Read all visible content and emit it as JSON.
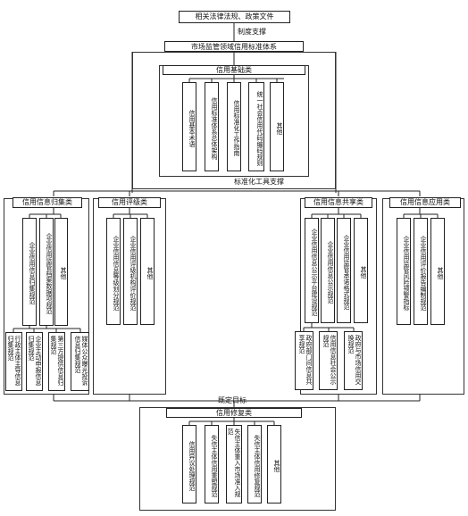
{
  "top": {
    "source": "相关法律法规、政策文件",
    "support": "制度支撑",
    "system": "市场监管领域信用标准体系",
    "tool_support": "标准化工具支撑",
    "target": "既定目标"
  },
  "basic": {
    "title": "信用基础类",
    "items": [
      "信用基本术语",
      "信用标准体系总体架构",
      "信用标准化工作指南",
      "统一社会信用代码编码规则",
      "其他"
    ]
  },
  "collect": {
    "title": "信用信息归集类",
    "items": [
      "企业信用信息归集规范",
      "企业信用监管档案数据项规范",
      "其他"
    ],
    "sub": [
      "行政主体主导信息归集规范",
      "企业主动申报信息归集规范",
      "第三方提供信息归集规范",
      "媒体公众曝光投诉信息归集规范"
    ]
  },
  "rating": {
    "title": "信用评级类",
    "items": [
      "企业信用信息等级划分规范",
      "企业信用评级机构评价规范",
      "其他"
    ]
  },
  "share": {
    "title": "信用信息共享类",
    "items": [
      "企业信用信息公示平台建设规范",
      "企业信用信息公示规范",
      "企业信用监管承诺格式规范",
      "其他"
    ],
    "sub": [
      "政府部门间信息共享规范",
      "信用信息社会公示规范",
      "政府与市场信用交换规范"
    ]
  },
  "apply": {
    "title": "信用信息应用类",
    "items": [
      "企业信用监管风险预警指标",
      "企业信用评价报告编制规范",
      "其他"
    ]
  },
  "repair": {
    "title": "信用修复类",
    "items": [
      "信用异议处理规范",
      "失信主体信用重塑规范",
      "失信主体重入市场准入规范",
      "失信主体信用修复规范",
      "其他"
    ]
  }
}
